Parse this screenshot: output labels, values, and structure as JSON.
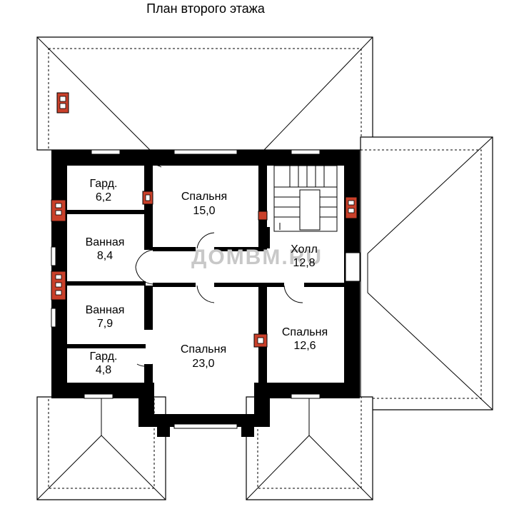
{
  "title": "План второго этажа",
  "watermark": "ДОМВМ.RU",
  "rooms": [
    {
      "id": "gard-1",
      "name": "Гард.",
      "area": "6,2"
    },
    {
      "id": "bath-1",
      "name": "Ванная",
      "area": "8,4"
    },
    {
      "id": "bath-2",
      "name": "Ванная",
      "area": "7,9"
    },
    {
      "id": "gard-2",
      "name": "Гард.",
      "area": "4,8"
    },
    {
      "id": "bedroom-1",
      "name": "Спальня",
      "area": "15,0"
    },
    {
      "id": "hall",
      "name": "Холл",
      "area": "12,8"
    },
    {
      "id": "bedroom-2",
      "name": "Спальня",
      "area": "23,0"
    },
    {
      "id": "bedroom-3",
      "name": "Спальня",
      "area": "12,6"
    }
  ]
}
